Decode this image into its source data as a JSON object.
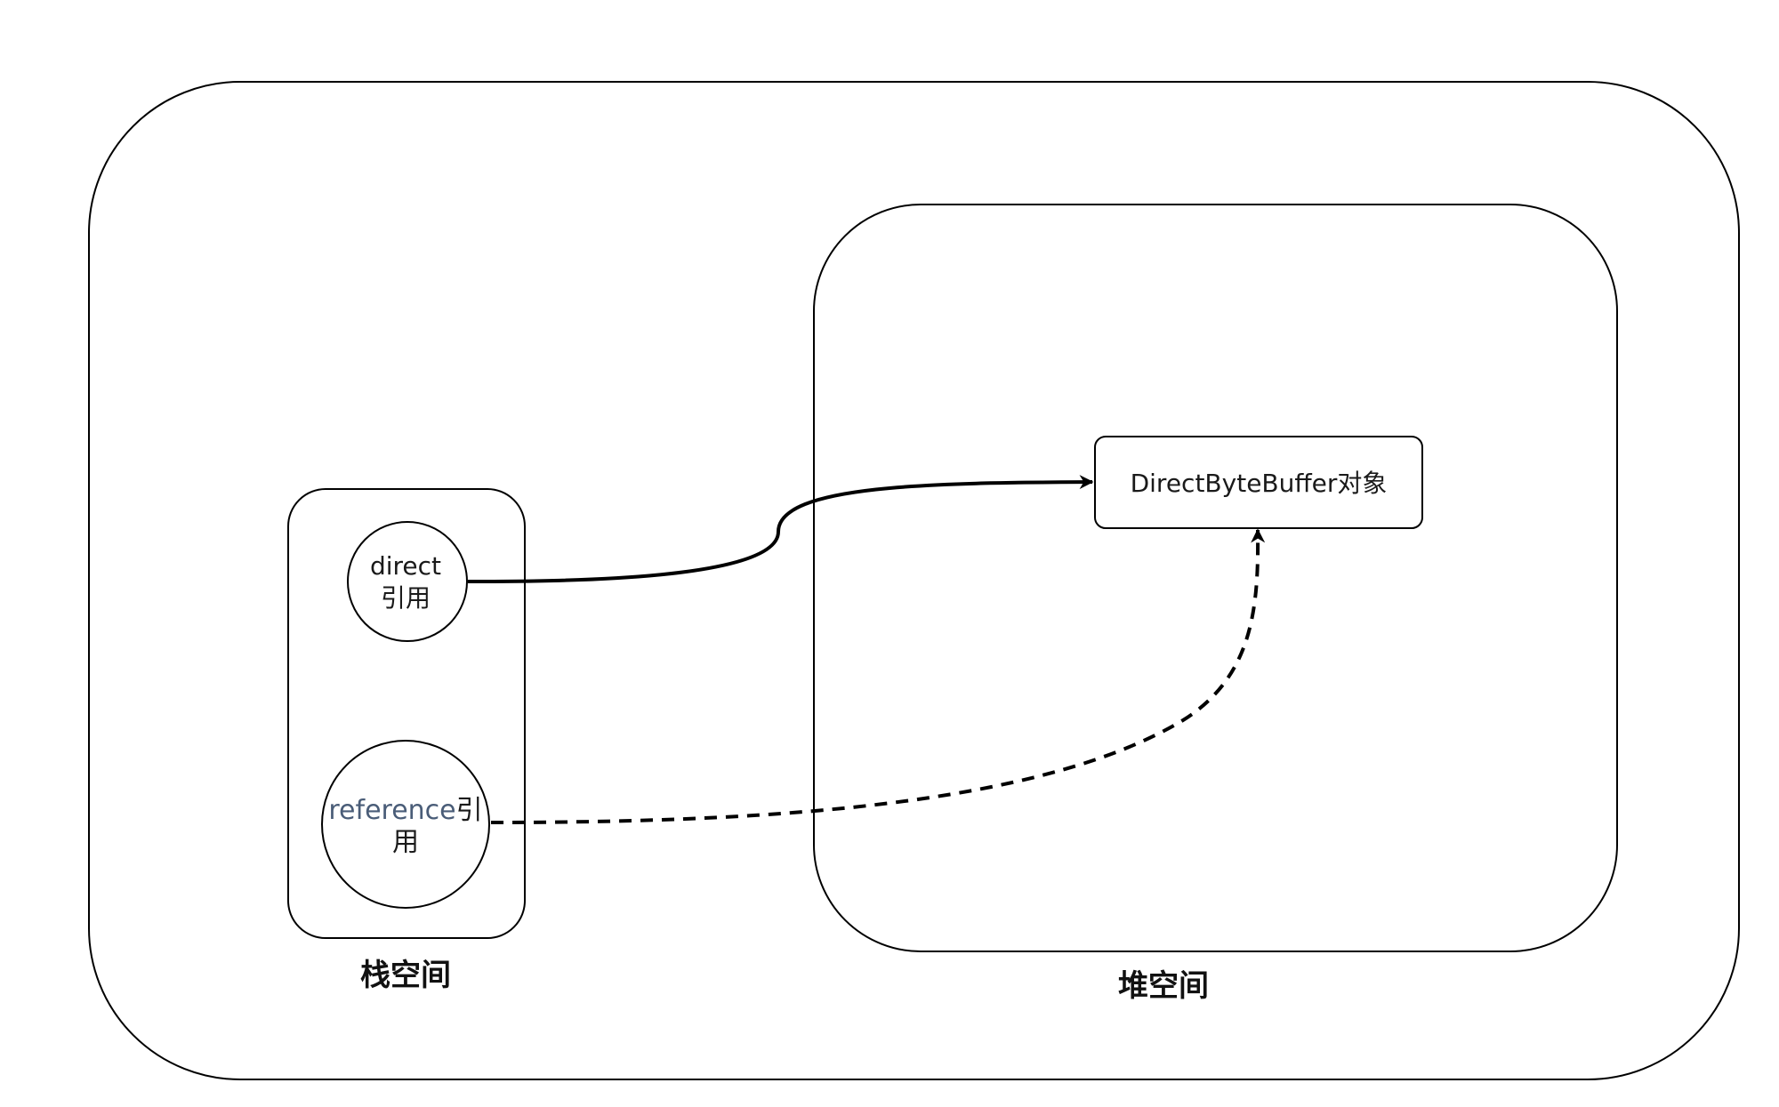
{
  "diagram": {
    "stack_label": "栈空间",
    "heap_label": "堆空间",
    "direct_node": {
      "line1": "direct",
      "line2": "引用"
    },
    "reference_node": {
      "line1_latin": "reference",
      "line1_cjk": "引",
      "line2": "用"
    },
    "object_box": {
      "label": "DirectByteBuffer对象"
    },
    "edges": [
      {
        "from": "direct",
        "to": "DirectByteBuffer对象",
        "style": "solid"
      },
      {
        "from": "reference",
        "to": "DirectByteBuffer对象",
        "style": "dashed"
      }
    ],
    "colors": {
      "stroke": "#000000",
      "reference_text": "#4a5d78"
    }
  }
}
